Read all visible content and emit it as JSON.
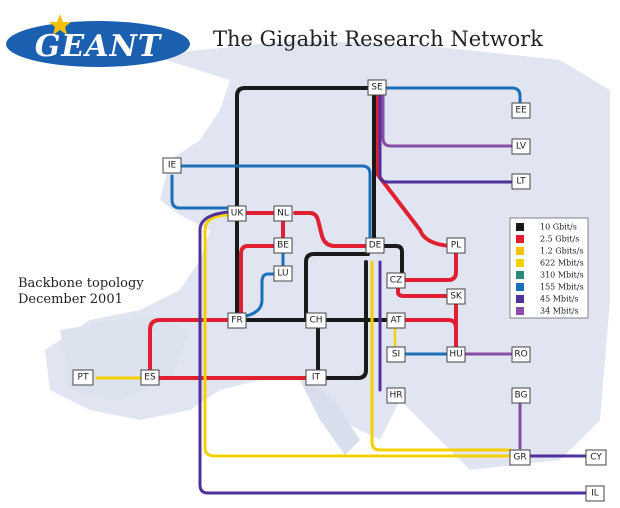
{
  "header": {
    "title": "The Gigabit Research Network",
    "logo_text": "GEANT"
  },
  "caption": {
    "line1": "Backbone topology",
    "line2": "December 2001"
  },
  "legend": [
    {
      "label": "10 Gbit/s",
      "color": "#1a1a1a"
    },
    {
      "label": "2.5 Gbit/s",
      "color": "#e02030"
    },
    {
      "label": "1.2 Gbits/s",
      "color": "#f2c200"
    },
    {
      "label": "622 Mbit/s",
      "color": "#f5d000"
    },
    {
      "label": "310 Mbit/s",
      "color": "#2a8a7a"
    },
    {
      "label": "155 Mbit/s",
      "color": "#1a70b8"
    },
    {
      "label": "45 Mbit/s",
      "color": "#50309a"
    },
    {
      "label": "34 Mbit/s",
      "color": "#8a4aa8"
    }
  ],
  "nodes": [
    "SE",
    "EE",
    "LV",
    "LT",
    "IE",
    "UK",
    "NL",
    "BE",
    "LU",
    "DE",
    "PL",
    "CZ",
    "SK",
    "FR",
    "CH",
    "AT",
    "SI",
    "HU",
    "RO",
    "PT",
    "ES",
    "IT",
    "HR",
    "BG",
    "GR",
    "CY",
    "IL"
  ]
}
